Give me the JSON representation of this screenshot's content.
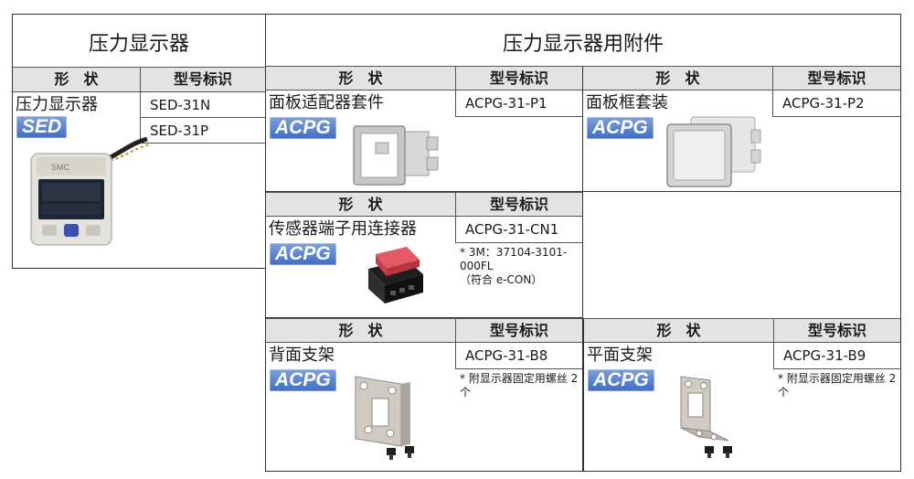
{
  "display": {
    "title": "压力显示器",
    "col_shape": "形　状",
    "col_model": "型号标识",
    "name": "压力显示器",
    "badge": "SED",
    "models": [
      "SED-31N",
      "SED-31P"
    ],
    "device_brand_text": "SMC"
  },
  "accessories": {
    "title": "压力显示器用附件",
    "col_shape": "形　状",
    "col_model": "型号标识",
    "badge": "ACPG",
    "items": [
      {
        "name": "面板适配器套件",
        "model": "ACPG-31-P1",
        "note": ""
      },
      {
        "name": "面板框套装",
        "model": "ACPG-31-P2",
        "note": ""
      },
      {
        "name": "传感器端子用连接器",
        "model": "ACPG-31-CN1",
        "note": "* 3M：37104-3101-000FL\n（符合 e-CON）"
      },
      {
        "name": "背面支架",
        "model": "ACPG-31-B8",
        "note": "* 附显示器固定用螺丝 2 个"
      },
      {
        "name": "平面支架",
        "model": "ACPG-31-B9",
        "note": "* 附显示器固定用螺丝 2 个"
      }
    ]
  },
  "colors": {
    "header_bg": "#e3e3e3",
    "badge_blue": "#3f6cc4",
    "border": "#333333"
  }
}
